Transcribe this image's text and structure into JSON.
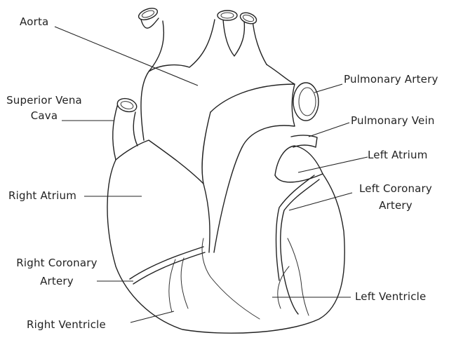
{
  "labels": {
    "aorta": "Aorta",
    "superior_vena_cava_line1": "Superior Vena",
    "superior_vena_cava_line2": "Cava",
    "right_atrium": "Right Atrium",
    "right_coronary_artery_line1": "Right Coronary",
    "right_coronary_artery_line2": "Artery",
    "right_ventricle": "Right Ventricle",
    "pulmonary_artery": "Pulmonary Artery",
    "pulmonary_vein": "Pulmonary Vein",
    "left_atrium": "Left Atrium",
    "left_coronary_artery_line1": "Left Coronary",
    "left_coronary_artery_line2": "Artery",
    "left_ventricle": "Left Ventricle"
  },
  "colors": {
    "outline": "#222222",
    "background": "#ffffff"
  }
}
